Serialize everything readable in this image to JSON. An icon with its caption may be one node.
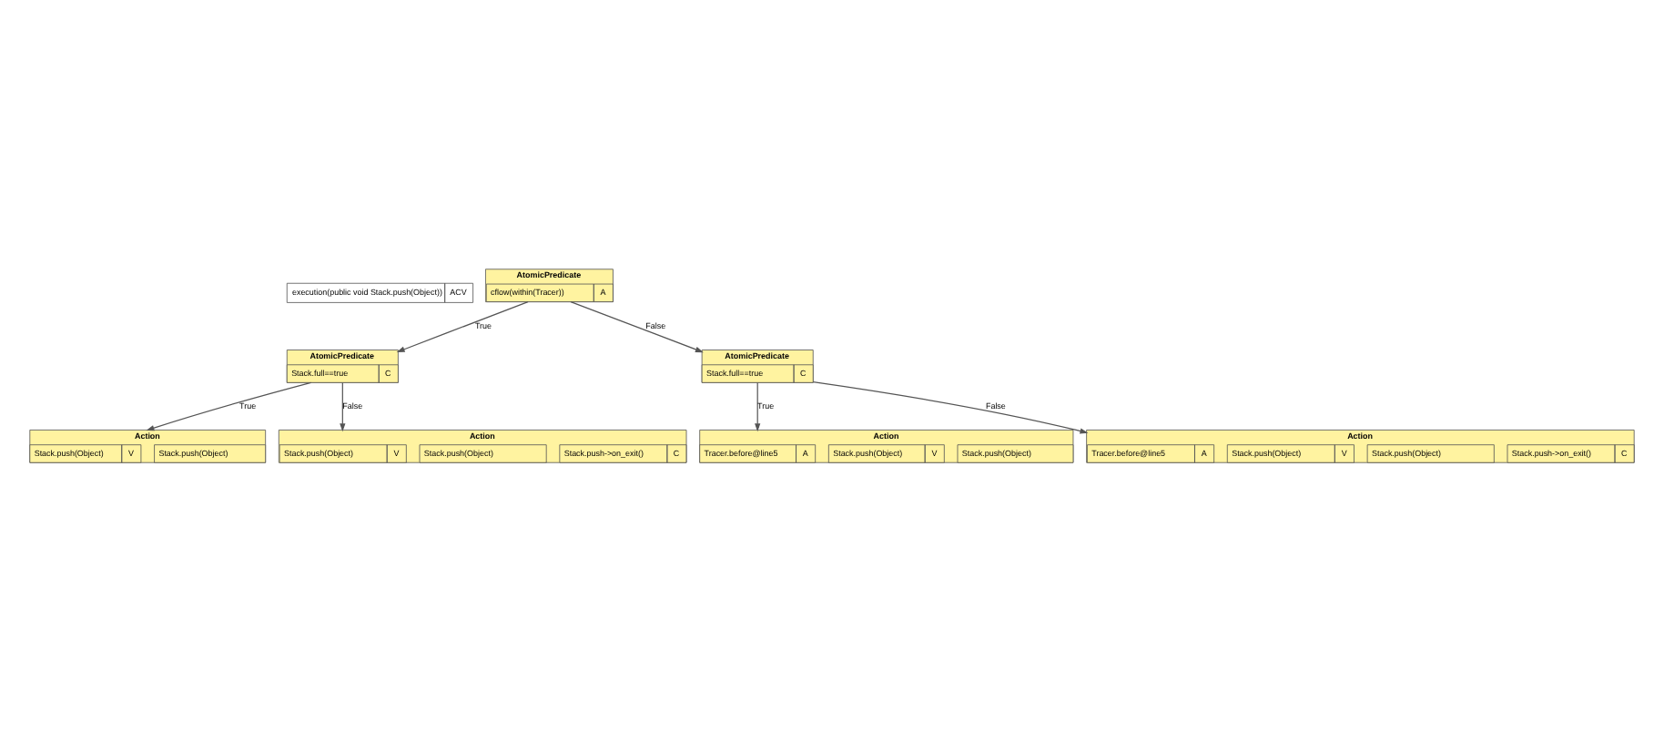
{
  "diagram": {
    "nodes": [
      {
        "text": [
          "execution(public void Stack.push(Object))",
          "ACV"
        ]
      },
      {
        "text": [
          "AtomicPredicate"
        ]
      },
      {
        "text": [
          "cflow(within(Tracer))",
          "A"
        ],
        "in": 1
      },
      {
        "text": [
          "AtomicPredicate"
        ]
      },
      {
        "text": [
          "Stack.full==true",
          "C"
        ],
        "in": 3
      },
      {
        "text": [
          "AtomicPredicate"
        ]
      },
      {
        "text": [
          "Stack.full==true",
          "C"
        ],
        "in": 5
      },
      {
        "text": [
          "Action"
        ]
      },
      {
        "text": [
          "Stack.push(Object)",
          "V"
        ],
        "in": 7
      },
      {
        "text": [
          "Stack.push(Object)"
        ],
        "in": 7
      },
      {
        "text": [
          "Action"
        ]
      },
      {
        "text": [
          "Stack.push(Object)",
          "V"
        ],
        "in": 10
      },
      {
        "text": [
          "Stack.push(Object)"
        ],
        "in": 10
      },
      {
        "text": [
          "Stack.push->on_exit()",
          "C"
        ],
        "in": 10
      },
      {
        "text": [
          "Action"
        ]
      },
      {
        "text": [
          "Tracer.before@line5",
          "A"
        ],
        "in": 14
      },
      {
        "text": [
          "Stack.push(Object)",
          "V"
        ],
        "in": 14
      },
      {
        "text": [
          "Stack.push(Object)"
        ],
        "in": 14
      },
      {
        "text": [
          "Action"
        ]
      },
      {
        "text": [
          "Tracer.before@line5",
          "A"
        ],
        "in": 18
      },
      {
        "text": [
          "Stack.push(Object)",
          "V"
        ],
        "in": 18
      },
      {
        "text": [
          "Stack.push(Object)"
        ],
        "in": 18
      },
      {
        "text": [
          "Stack.push->on_exit()",
          "C"
        ],
        "in": 18
      }
    ],
    "edges": [
      {
        "from": 1,
        "to": 3,
        "arrow": "to",
        "label": "True"
      },
      {
        "from": 1,
        "to": 5,
        "arrow": "to",
        "label": "False"
      },
      {
        "from": 3,
        "to": 7,
        "arrow": "to",
        "label": "True"
      },
      {
        "from": 3,
        "to": 10,
        "arrow": "to",
        "label": "False"
      },
      {
        "from": 5,
        "to": 14,
        "arrow": "to",
        "label": "True"
      },
      {
        "from": 5,
        "to": 18,
        "arrow": "to",
        "label": "False"
      }
    ]
  }
}
